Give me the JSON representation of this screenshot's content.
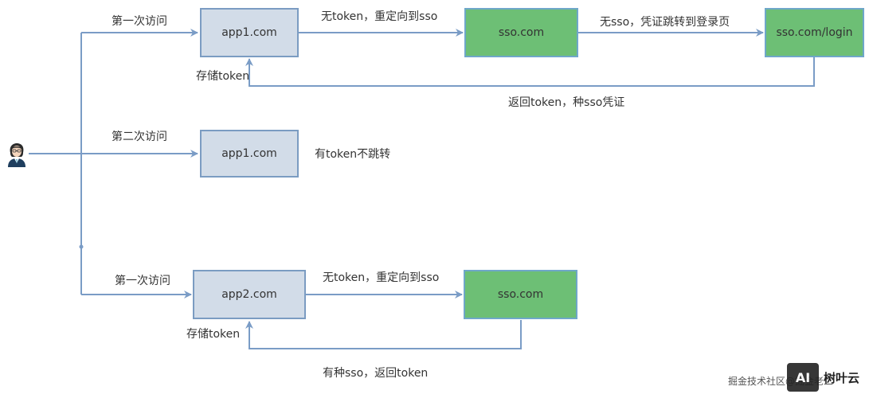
{
  "nodes": {
    "app1_first": "app1.com",
    "sso_first": "sso.com",
    "sso_login": "sso.com/login",
    "app1_second": "app1.com",
    "app2": "app2.com",
    "sso_app2": "sso.com"
  },
  "labels": {
    "first_visit_1": "第一次访问",
    "no_token_redirect_1": "无token，重定向到sso",
    "no_sso_redirect_login": "无sso，凭证跳转到登录页",
    "store_token_1": "存储token",
    "return_token_plant_sso": "返回token，种sso凭证",
    "second_visit": "第二次访问",
    "has_token_no_redirect": "有token不跳转",
    "first_visit_2": "第一次访问",
    "no_token_redirect_2": "无token，重定向到sso",
    "store_token_2": "存储token",
    "has_sso_return_token": "有种sso，返回token"
  },
  "watermark": "掘金技术社区@掘金老二",
  "brand": {
    "logo": "AI",
    "name": "树叶云"
  },
  "colors": {
    "line": "#7a9cc6",
    "blue_fill": "#d2dce8",
    "green_fill": "#6dbf75"
  },
  "icons": {
    "user": "user-icon"
  }
}
